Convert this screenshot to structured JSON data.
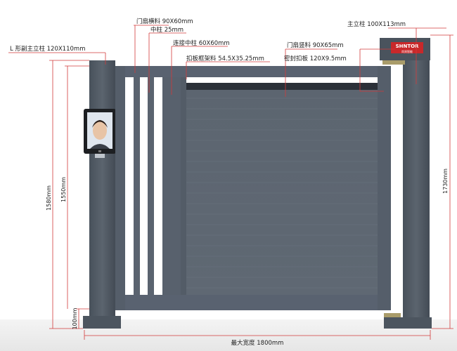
{
  "labels": {
    "gate_rail": "门扇横料 90X60mm",
    "middle_post": "中柱 25mm",
    "connecting_post": "连接中柱 60X60mm",
    "panel_frame": "扣板框架料 54.5X35.25mm",
    "gate_stile": "门扇竖料 90X65mm",
    "seal_panel": "密封扣板 120X9.5mm",
    "main_post": "主立柱 100X113mm",
    "l_post": "L 形副主立柱 120X110mm"
  },
  "dimensions": {
    "height_1580": "1580mm",
    "height_1550": "1550mm",
    "height_100": "100mm",
    "height_1730": "1730mm",
    "max_width": "最大宽度 1800mm"
  },
  "brand": {
    "name": "SHNTOR",
    "sub": "尚贤智能"
  },
  "colors": {
    "gate": "#5d6670",
    "post": "#4f5863",
    "lines": "#d23a3a",
    "brand_red": "#c8282a"
  }
}
